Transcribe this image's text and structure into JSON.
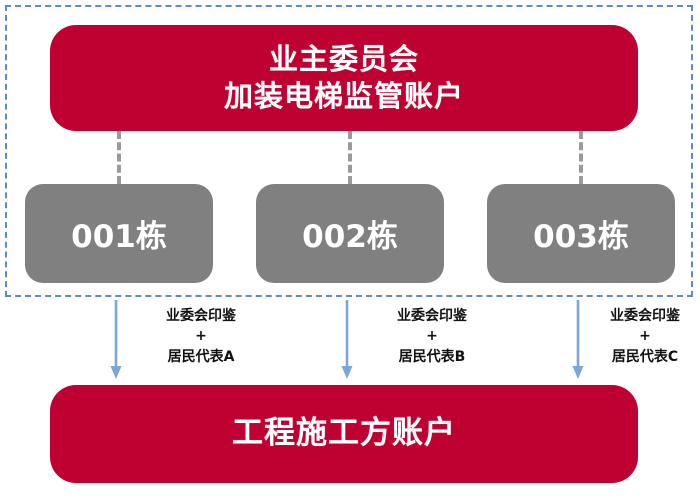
{
  "diagram": {
    "title_account": {
      "line1": "业主委员会",
      "line2": "加装电梯监管账户"
    },
    "buildings": [
      {
        "label": "001栋"
      },
      {
        "label": "002栋"
      },
      {
        "label": "003栋"
      }
    ],
    "signature_labels": [
      {
        "seal": "业委会印鉴",
        "plus": "+",
        "representative": "居民代表A"
      },
      {
        "seal": "业委会印鉴",
        "plus": "+",
        "representative": "居民代表B"
      },
      {
        "seal": "业委会印鉴",
        "plus": "+",
        "representative": "居民代表C"
      }
    ],
    "contractor_account": {
      "label": "工程施工方账户"
    },
    "colors": {
      "red": "#BE0130",
      "gray": "#808080",
      "arrow_blue": "#7BA7D7",
      "frame_dashed_blue": "#5B8CC4",
      "connector_gray": "#9A9A9A",
      "text_white": "#FFFFFF",
      "text_black": "#111111"
    }
  }
}
